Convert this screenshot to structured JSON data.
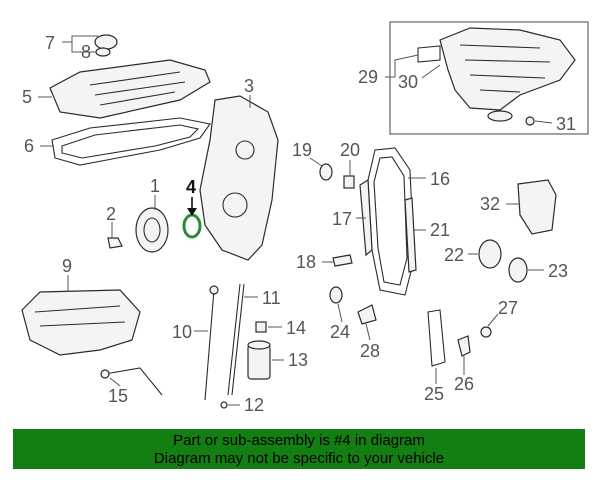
{
  "callouts": [
    "1",
    "2",
    "3",
    "4",
    "5",
    "6",
    "7",
    "8",
    "9",
    "10",
    "11",
    "12",
    "13",
    "14",
    "15",
    "16",
    "17",
    "18",
    "19",
    "20",
    "21",
    "22",
    "23",
    "24",
    "25",
    "26",
    "27",
    "28",
    "29",
    "30",
    "31",
    "32"
  ],
  "highlighted_part": "4",
  "banner": {
    "line1": "Part or sub-assembly is #4 in diagram",
    "line2": "Diagram may not be specific to your vehicle"
  },
  "colors": {
    "banner_bg": "#137e11",
    "label": "#555555",
    "highlight": "#111111"
  }
}
